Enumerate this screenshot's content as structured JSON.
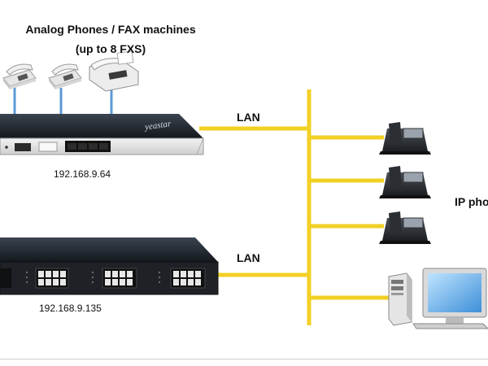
{
  "header": {
    "line1": "Analog Phones / FAX machines",
    "line2": "(up to 8 FXS)"
  },
  "devices": {
    "gateway_fxs": {
      "ip": "192.168.9.64",
      "brand": "yeastar"
    },
    "gateway_fxo": {
      "ip": "192.168.9.135"
    }
  },
  "links": {
    "lan_top": "LAN",
    "lan_bottom": "LAN"
  },
  "endpoints": {
    "ip_phones_label": "IP pho"
  },
  "colors": {
    "lan_line": "#f2d024",
    "analog_line": "#5b9bd5",
    "device_body": "#1f2226",
    "background": "#ffffff"
  }
}
